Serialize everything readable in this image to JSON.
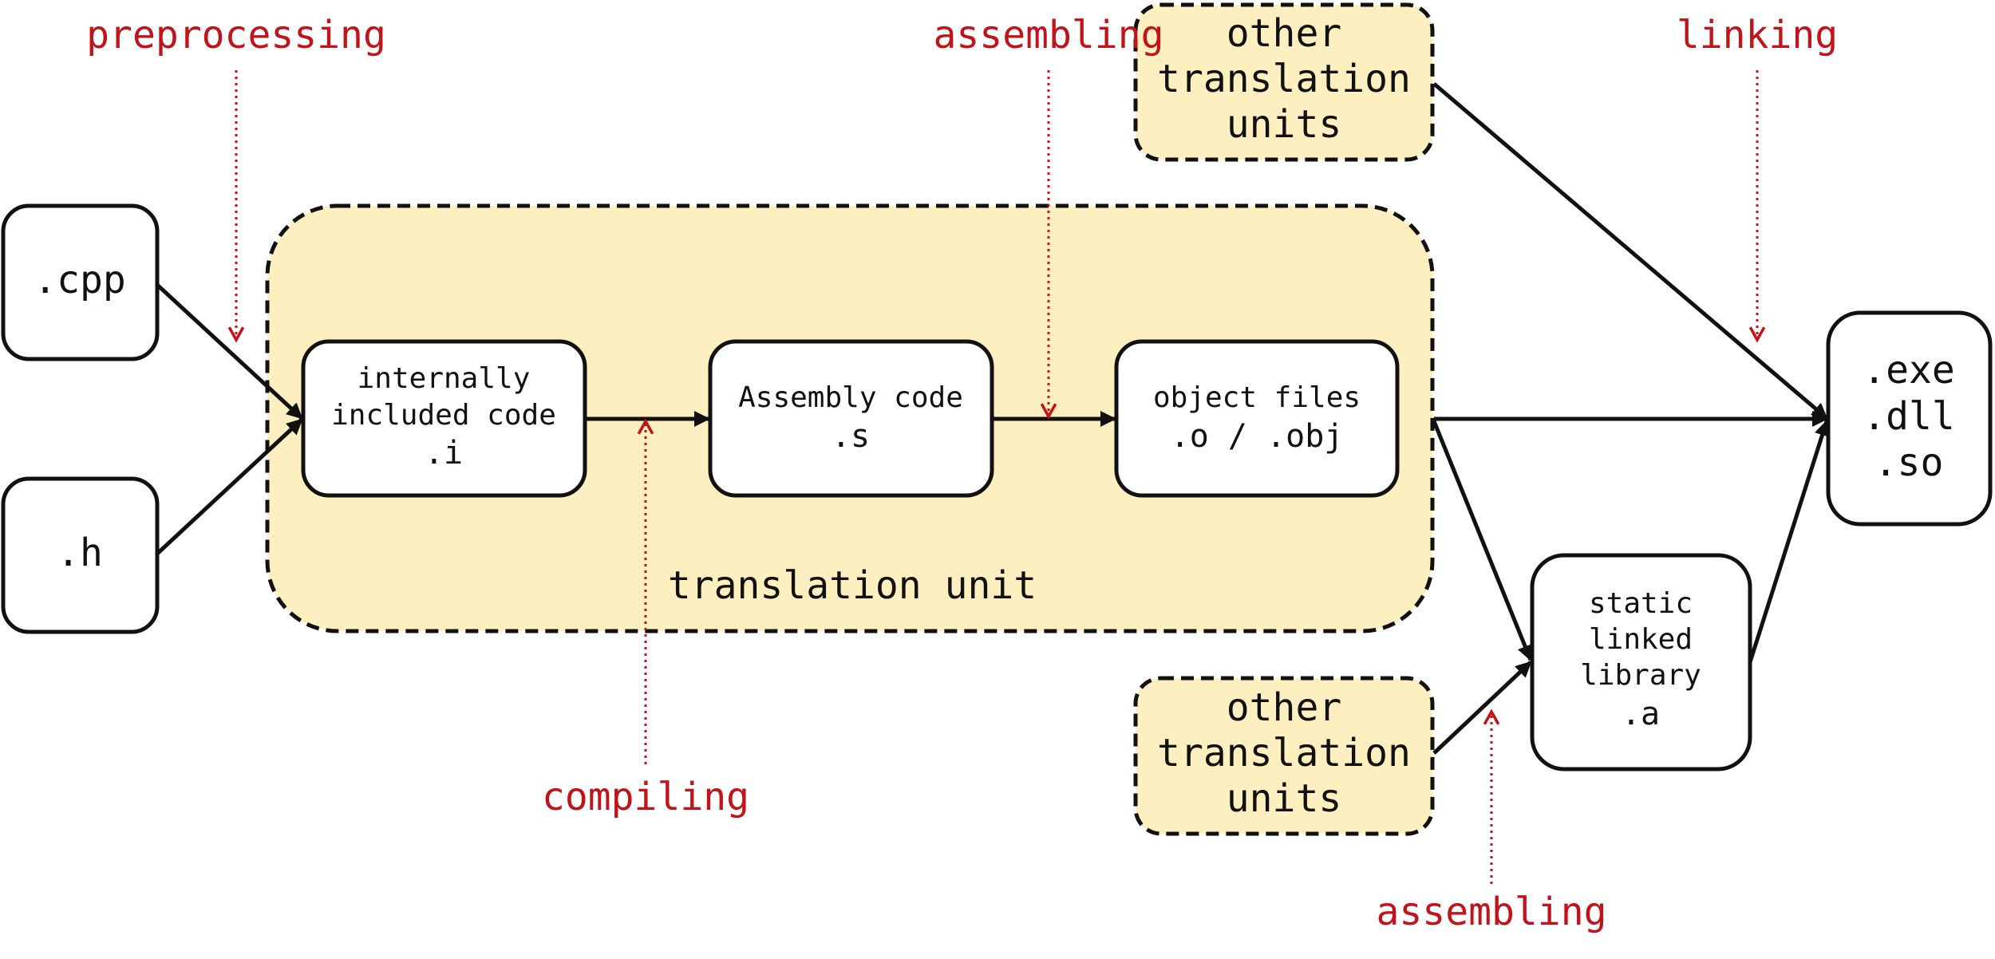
{
  "colors": {
    "unit_fill": "#fdefbf",
    "stroke": "#111111",
    "phase_red": "#c0141b",
    "background": "#ffffff"
  },
  "translation_unit": {
    "label": "translation unit"
  },
  "sources": {
    "cpp": ".cpp",
    "h": ".h"
  },
  "stages": {
    "intermediate": {
      "line1": "internally",
      "line2": "included code",
      "line3": ".i"
    },
    "assembly": {
      "line1": "Assembly code",
      "line2": ".s"
    },
    "object": {
      "line1": "object files",
      "line2": ".o / .obj"
    }
  },
  "other_units_top": {
    "line1": "other",
    "line2": "translation",
    "line3": "units"
  },
  "other_units_bottom": {
    "line1": "other",
    "line2": "translation",
    "line3": "units"
  },
  "static_library": {
    "line1": "static",
    "line2": "linked",
    "line3": "library",
    "line4": ".a"
  },
  "output": {
    "line1": ".exe",
    "line2": ".dll",
    "line3": ".so"
  },
  "phases": {
    "preprocessing": "preprocessing",
    "compiling": "compiling",
    "assembling_top": "assembling",
    "assembling_bottom": "assembling",
    "linking": "linking"
  }
}
